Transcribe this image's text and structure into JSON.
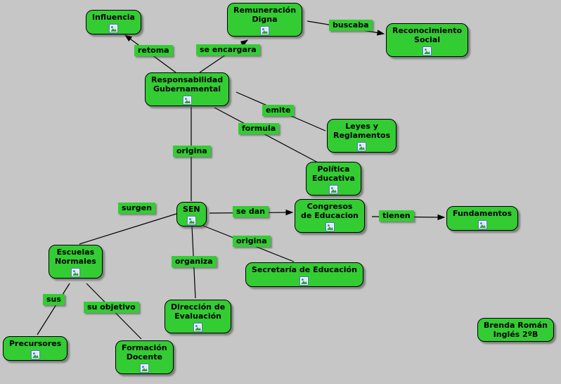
{
  "diagram": {
    "type": "concept-map",
    "background": "#C6C6C6",
    "node_color": "#33CC33",
    "line_color": "#000000"
  },
  "nodes": [
    {
      "label": "Influencia"
    },
    {
      "label": "Remuneración\nDigna"
    },
    {
      "label": "Reconocimiento\nSocial"
    },
    {
      "label": "Responsabilidad\nGubernamental"
    },
    {
      "label": "Leyes y\nReglamentos"
    },
    {
      "label": "Política\nEducativa"
    },
    {
      "label": "SEN"
    },
    {
      "label": "Congresos\nde Educacion"
    },
    {
      "label": "Fundamentos"
    },
    {
      "label": "Escuelas\nNormales"
    },
    {
      "label": "Secretaría de Educación"
    },
    {
      "label": "Dirección de\nEvaluación"
    },
    {
      "label": "Precursores"
    },
    {
      "label": "Formación\nDocente"
    }
  ],
  "edges": [
    {
      "from": "Responsabilidad Gubernamental",
      "label": "retoma",
      "to": "Influencia",
      "arrow": true
    },
    {
      "from": "Responsabilidad Gubernamental",
      "label": "se encargara",
      "to": "Remuneración Digna",
      "arrow": true
    },
    {
      "from": "Remuneración Digna",
      "label": "buscaba",
      "to": "Reconocimiento Social",
      "arrow": true
    },
    {
      "from": "Responsabilidad Gubernamental",
      "label": "emite",
      "to": "Leyes y Reglamentos",
      "arrow": false
    },
    {
      "from": "Responsabilidad Gubernamental",
      "label": "formula",
      "to": "Política Educativa",
      "arrow": false
    },
    {
      "from": "Responsabilidad Gubernamental",
      "label": "origina",
      "to": "SEN",
      "arrow": false
    },
    {
      "from": "SEN",
      "label": "surgen",
      "to": "Escuelas Normales",
      "arrow": false
    },
    {
      "from": "SEN",
      "label": "se dan",
      "to": "Congresos de Educacion",
      "arrow": true
    },
    {
      "from": "Congresos de Educacion",
      "label": "tienen",
      "to": "Fundamentos",
      "arrow": true
    },
    {
      "from": "SEN",
      "label": "origina",
      "to": "Secretaría de Educación",
      "arrow": false
    },
    {
      "from": "SEN",
      "label": "organiza",
      "to": "Dirección de Evaluación",
      "arrow": false
    },
    {
      "from": "Escuelas Normales",
      "label": "sus",
      "to": "Precursores",
      "arrow": false
    },
    {
      "from": "Escuelas Normales",
      "label": "su objetivo",
      "to": "Formación Docente",
      "arrow": false
    }
  ],
  "credit": {
    "label": "Brenda Román\nInglés 2ºB"
  }
}
